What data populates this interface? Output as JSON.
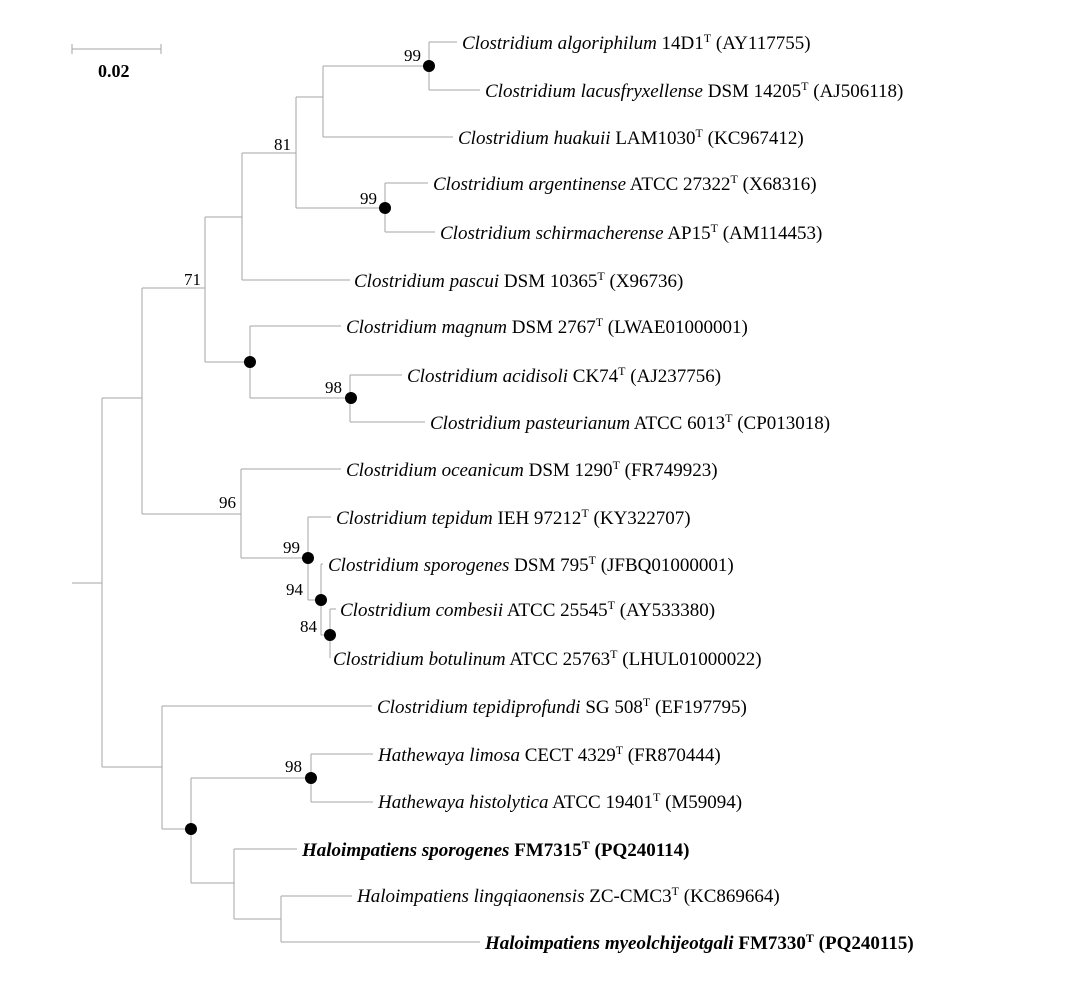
{
  "scale_bar": {
    "label": "0.02"
  },
  "taxa": [
    {
      "genus": "Clostridium",
      "species": "algoriphilum",
      "strain": "14D1",
      "sup": "T",
      "accession": "(AY117755)",
      "bold": false
    },
    {
      "genus": "Clostridium",
      "species": "lacusfryxellense",
      "strain": "DSM 14205",
      "sup": "T",
      "accession": "(AJ506118)",
      "bold": false
    },
    {
      "genus": "Clostridium",
      "species": "huakuii",
      "strain": "LAM1030",
      "sup": "T",
      "accession": "(KC967412)",
      "bold": false
    },
    {
      "genus": "Clostridium",
      "species": "argentinense",
      "strain": "ATCC 27322",
      "sup": "T",
      "accession": "(X68316)",
      "bold": false
    },
    {
      "genus": "Clostridium",
      "species": "schirmacherense",
      "strain": "AP15",
      "sup": "T",
      "accession": "(AM114453)",
      "bold": false
    },
    {
      "genus": "Clostridium",
      "species": "pascui",
      "strain": "DSM 10365",
      "sup": "T",
      "accession": "(X96736)",
      "bold": false
    },
    {
      "genus": "Clostridium",
      "species": "magnum",
      "strain": "DSM 2767",
      "sup": "T",
      "accession": "(LWAE01000001)",
      "bold": false
    },
    {
      "genus": "Clostridium",
      "species": "acidisoli",
      "strain": "CK74",
      "sup": "T",
      "accession": "(AJ237756)",
      "bold": false
    },
    {
      "genus": "Clostridium",
      "species": "pasteurianum",
      "strain": "ATCC 6013",
      "sup": "T",
      "accession": "(CP013018)",
      "bold": false
    },
    {
      "genus": "Clostridium",
      "species": "oceanicum",
      "strain": "DSM 1290",
      "sup": "T",
      "accession": "(FR749923)",
      "bold": false
    },
    {
      "genus": "Clostridium",
      "species": "tepidum",
      "strain": "IEH 97212",
      "sup": "T",
      "accession": "(KY322707)",
      "bold": false
    },
    {
      "genus": "Clostridium",
      "species": "sporogenes",
      "strain": "DSM 795",
      "sup": "T",
      "accession": "(JFBQ01000001)",
      "bold": false
    },
    {
      "genus": "Clostridium",
      "species": "combesii",
      "strain": "ATCC 25545",
      "sup": "T",
      "accession": "(AY533380)",
      "bold": false
    },
    {
      "genus": "Clostridium",
      "species": "botulinum",
      "strain": "ATCC 25763",
      "sup": "T",
      "accession": "(LHUL01000022)",
      "bold": false
    },
    {
      "genus": "Clostridium",
      "species": "tepidiprofundi",
      "strain": "SG 508",
      "sup": "T",
      "accession": "(EF197795)",
      "bold": false
    },
    {
      "genus": "Hathewaya",
      "species": "limosa",
      "strain": "CECT 4329",
      "sup": "T",
      "accession": "(FR870444)",
      "bold": false
    },
    {
      "genus": "Hathewaya",
      "species": "histolytica",
      "strain": "ATCC 19401",
      "sup": "T",
      "accession": "(M59094)",
      "bold": false
    },
    {
      "genus": "Haloimpatiens",
      "species": "sporogenes",
      "strain": "FM7315",
      "sup": "T",
      "accession": "(PQ240114)",
      "bold": true
    },
    {
      "genus": "Haloimpatiens",
      "species": "lingqiaonensis",
      "strain": "ZC-CMC3",
      "sup": "T",
      "accession": "(KC869664)",
      "bold": false
    },
    {
      "genus": "Haloimpatiens",
      "species": "myeolchijeotgali",
      "strain": "FM7330",
      "sup": "T",
      "accession": "(PQ240115)",
      "bold": true
    }
  ],
  "bootstrap": [
    "99",
    "81",
    "99",
    "71",
    "98",
    "96",
    "99",
    "94",
    "84",
    "98"
  ]
}
